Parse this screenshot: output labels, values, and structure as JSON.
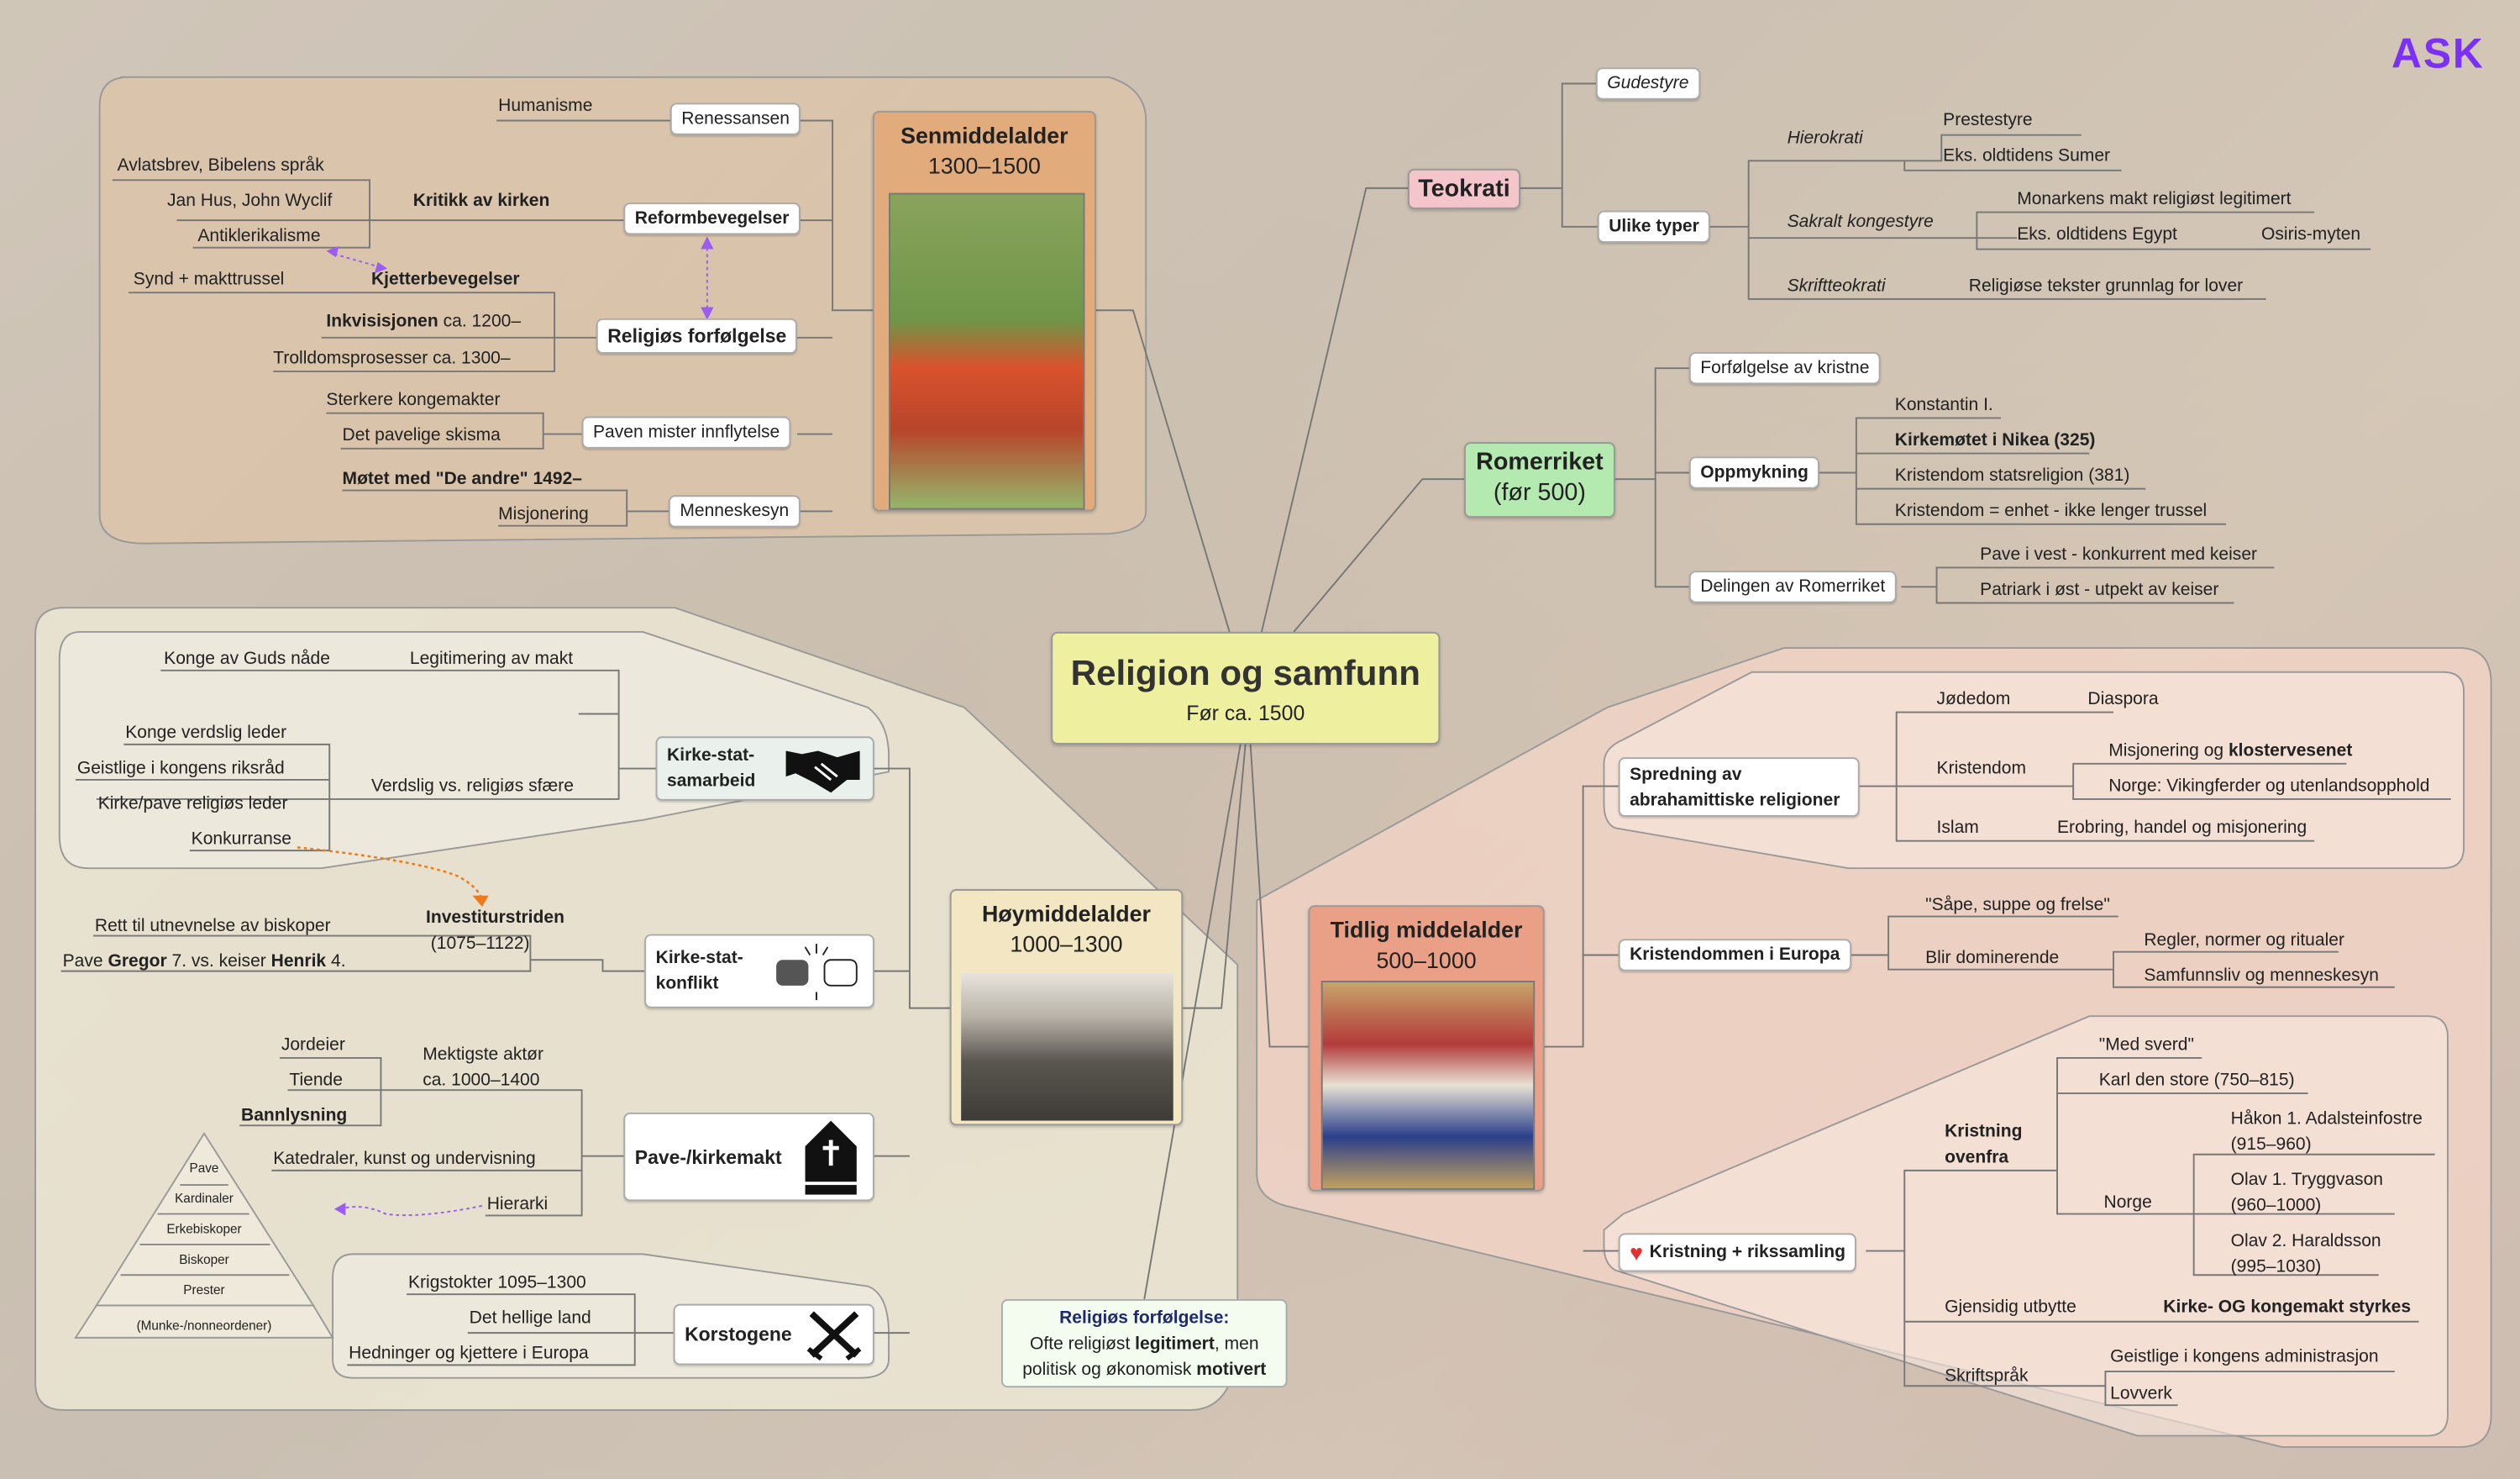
{
  "logo": "ASK",
  "center": {
    "title": "Religion og samfunn",
    "subtitle": "Før ca. 1500"
  },
  "senmiddelalder": {
    "title": "Senmiddelalder",
    "years": "1300–1500",
    "renessansen": "Renessansen",
    "humanisme": "Humanisme",
    "reformbevegelser": "Reformbevegelser",
    "kritikk": "Kritikk av kirken",
    "avlatsbrev": "Avlatsbrev, Bibelens språk",
    "janhus": "Jan Hus, John Wyclif",
    "antiklerikalisme": "Antiklerikalisme",
    "religios_forfolgelse": "Religiøs forfølgelse",
    "kjetter": "Kjetterbevegelser",
    "synd": "Synd + makttrussel",
    "inkvisisjonen_b": "Inkvisisjonen",
    "inkvisisjonen_r": " ca. 1200–",
    "trolldom": "Trolldomsprosesser ca. 1300–",
    "paven": "Paven mister innflytelse",
    "sterkere": "Sterkere kongemakter",
    "skisma": "Det pavelige skisma",
    "menneskesyn": "Menneskesyn",
    "motet": "Møtet med \"De andre\" 1492–",
    "misjonering": "Misjonering"
  },
  "teokrati": {
    "title": "Teokrati",
    "gudestyre": "Gudestyre",
    "ulike": "Ulike typer",
    "hierokrati": "Hierokrati",
    "prestestyre": "Prestestyre",
    "sumer": "Eks. oldtidens Sumer",
    "sakralt": "Sakralt kongestyre",
    "monarkens": "Monarkens makt religiøst legitimert",
    "egypt": "Eks. oldtidens Egypt",
    "osiris": "Osiris-myten",
    "skriftteokrati": "Skriftteokrati",
    "religiose_tekster": "Religiøse tekster grunnlag for lover"
  },
  "romerriket": {
    "title": "Romerriket",
    "sub": "(før 500)",
    "forfolgelse": "Forfølgelse av kristne",
    "oppmykning": "Oppmykning",
    "konstantin": "Konstantin I.",
    "nikea": "Kirkemøtet i Nikea (325)",
    "statsreligion": "Kristendom statsreligion (381)",
    "enhet": "Kristendom = enhet - ikke lenger trussel",
    "delingen": "Delingen av Romerriket",
    "vest": "Pave i vest - konkurrent med keiser",
    "ost": "Patriark i øst - utpekt av keiser"
  },
  "hoymiddelalder": {
    "title": "Høymiddelalder",
    "years": "1000–1300",
    "samarbeid1": "Kirke-stat-",
    "samarbeid2": "samarbeid",
    "guds_nade": "Konge av Guds nåde",
    "legitimering": "Legitimering av makt",
    "verdslig_leder": "Konge verdslig leder",
    "riksrad": "Geistlige i kongens riksråd",
    "pave_leder": "Kirke/pave religiøs leder",
    "konkurranse": "Konkurranse",
    "sfaere": "Verdslig vs. religiøs sfære",
    "konflikt1": "Kirke-stat-",
    "konflikt2": "konflikt",
    "investitur": "Investiturstriden",
    "investitur_years": "(1075–1122)",
    "rett": "Rett til utnevnelse av biskoper",
    "gregor": {
      "p1": "Pave ",
      "p2": "Gregor",
      "p3": " 7. vs. keiser ",
      "p4": "Henrik",
      "p5": " 4."
    },
    "kirkemakt": "Pave-/kirkemakt",
    "jordeier": "Jordeier",
    "tiende": "Tiende",
    "bannlysning": "Bannlysning",
    "mektigste": "Mektigste aktør",
    "mektigste_years": "ca. 1000–1400",
    "katedraler": "Katedraler, kunst og undervisning",
    "hierarki": "Hierarki",
    "pyramid": [
      "Pave",
      "Kardinaler",
      "Erkebiskoper",
      "Biskoper",
      "Prester",
      "(Munke-/nonneordener)"
    ],
    "korstogene": "Korstogene",
    "krigstokter": "Krigstokter 1095–1300",
    "hellige": "Det hellige land",
    "hedninger": "Hedninger og kjettere i Europa"
  },
  "callout": {
    "title": "Religiøs forfølgelse:",
    "l1a": "Ofte religiøst ",
    "l1b": "legitimert",
    "l1c": ", men",
    "l2a": "politisk og økonomisk ",
    "l2b": "motivert"
  },
  "tidlig": {
    "title": "Tidlig middelalder",
    "years": "500–1000",
    "spredning1": "Spredning av",
    "spredning2": "abrahamittiske religioner",
    "jodedom": "Jødedom",
    "diaspora": "Diaspora",
    "kristendom": "Kristendom",
    "misj_a": "Misjonering og ",
    "misj_b": "klostervesenet",
    "norge_viking": "Norge: Vikingferder og utenlandsopphold",
    "islam": "Islam",
    "erobring": "Erobring, handel og misjonering",
    "europa": "Kristendommen i Europa",
    "sape": "\"Såpe, suppe og frelse\"",
    "dominerende": "Blir dominerende",
    "regler": "Regler, normer og ritualer",
    "samfunnsliv": "Samfunnsliv og menneskesyn",
    "rikssamling": "Kristning + rikssamling",
    "ovenfra1": "Kristning",
    "ovenfra2": "ovenfra",
    "sverd": "\"Med sverd\"",
    "karl": "Karl den store (750–815)",
    "norge": "Norge",
    "hakon1": "Håkon 1. Adalsteinfostre",
    "hakon2": "(915–960)",
    "olav1a": "Olav 1. Tryggvason",
    "olav1b": "(960–1000)",
    "olav2a": "Olav 2. Haraldsson",
    "olav2b": "(995–1030)",
    "gjensidig": "Gjensidig utbytte",
    "styrkes": "Kirke- OG kongemakt styrkes",
    "skriftsprak": "Skriftspråk",
    "geistlige_adm": "Geistlige i kongens administrasjon",
    "lovverk": "Lovverk"
  },
  "colors": {
    "accent": "#7b2ff7",
    "teokrati": "#f4c6cc",
    "romerriket": "#b4eab0",
    "center": "#eef0a0",
    "senmiddelalder": "#e2ab7c",
    "hoymiddelalder": "#f3e6c2",
    "tidlig": "#e9a086"
  }
}
